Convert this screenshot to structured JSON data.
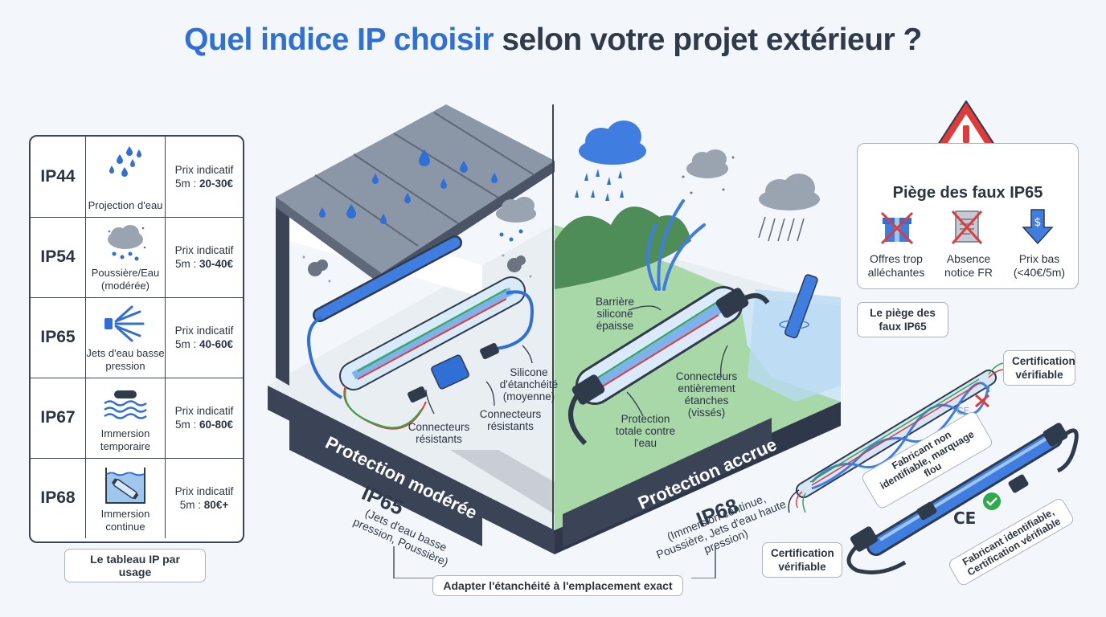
{
  "title": {
    "highlight": "Quel indice IP choisir",
    "rest": " selon votre projet extérieur ?"
  },
  "table": {
    "rows": [
      {
        "code": "IP44",
        "label": "Projection d'eau",
        "price_label": "Prix indicatif",
        "price_prefix": "5m : ",
        "price": "20-30€",
        "icon": "rain-drops-icon"
      },
      {
        "code": "IP54",
        "label": "Poussière/Eau (modérée)",
        "price_label": "Prix indicatif",
        "price_prefix": "5m : ",
        "price": "30-40€",
        "icon": "dust-cloud-icon"
      },
      {
        "code": "IP65",
        "label": "Jets d'eau basse pression",
        "price_label": "Prix indicatif",
        "price_prefix": "5m : ",
        "price": "40-60€",
        "icon": "water-jet-icon"
      },
      {
        "code": "IP67",
        "label": "Immersion temporaire",
        "price_label": "Prix indicatif",
        "price_prefix": "5m : ",
        "price": "60-80€",
        "icon": "immersion-waves-icon"
      },
      {
        "code": "IP68",
        "label": "Immersion continue",
        "price_label": "Prix indicatif",
        "price_prefix": "5m : ",
        "price": "80€+",
        "icon": "submerged-strip-icon"
      }
    ],
    "caption": "Le tableau IP par usage"
  },
  "left_scene": {
    "labels": {
      "silicone": "Silicone d'étanchéité (moyenne)",
      "connectors_a": "Connecteurs résistants",
      "connectors_b": "Connecteurs résistants"
    },
    "banner": "Protection modérée",
    "ip": "IP65",
    "ip_desc": "(Jets d'eau basse pression, Poussière)"
  },
  "right_scene": {
    "labels": {
      "barrier": "Barrière silicone épaisse",
      "connectors": "Connecteurs entièrement étanches (vissés)",
      "protection": "Protection totale contre l'eau"
    },
    "banner": "Protection accrue",
    "ip": "IP68",
    "ip_desc": "(Immersion continue, Poussière, Jets d'eau haute pression)"
  },
  "bottom_caption": "Adapter l'étanchéité à l'emplacement exact",
  "warning": {
    "title": "Piège des faux IP65",
    "items": [
      {
        "label": "Offres trop alléchantes",
        "icon": "crossed-gift-icon"
      },
      {
        "label": "Absence notice FR",
        "icon": "crossed-document-icon"
      },
      {
        "label": "Prix bas (<40€/5m)",
        "icon": "low-price-arrow-icon"
      }
    ],
    "caption": "Le piège des faux IP65"
  },
  "products": {
    "cert_top": "Certification vérifiable",
    "cert_bottom": "Certification vérifiable",
    "bad_tag": "Fabricant non identifiable, marquage flou",
    "good_tag": "Fabricant identifiable, Certification vérifiable",
    "ce_mark": "CE"
  },
  "colors": {
    "accent": "#2f6fd6",
    "dark": "#2f3a4a",
    "warning_red": "#e03a3a",
    "check_green": "#2eaa4a",
    "grass": "#9bd39b",
    "water": "#cfe6f7"
  }
}
